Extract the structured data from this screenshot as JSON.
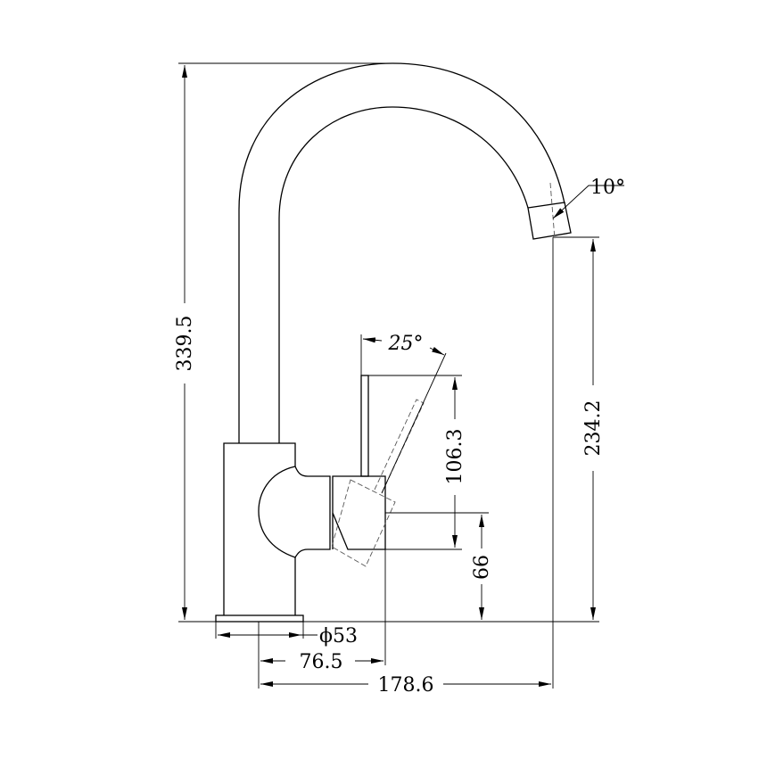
{
  "drawing": {
    "dimensions": {
      "total_height": "339.5",
      "spout_outlet_height": "234.2",
      "lever_height": "106.3",
      "handle_center_height": "66",
      "base_diameter": "ϕ53",
      "handle_reach": "76.5",
      "spout_reach": "178.6",
      "lever_angle": "25°",
      "outlet_angle": "10°"
    }
  }
}
